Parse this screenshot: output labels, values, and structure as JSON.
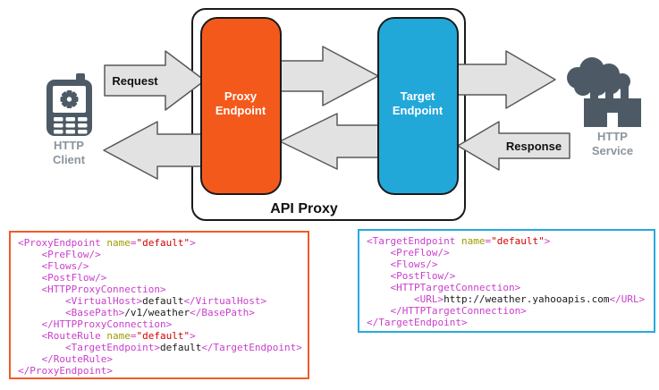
{
  "colors": {
    "proxy_orange": "#f4591c",
    "target_blue": "#22a7d9",
    "arrow_fill": "#e2e2e2",
    "arrow_stroke": "#595959",
    "icon_slate": "#4d5a66",
    "icon_label_gray": "#8b959d",
    "code_tag_magenta": "#c93ecb",
    "code_attr_olive": "#9c9c00",
    "code_value_red": "#d40000"
  },
  "diagram": {
    "api_proxy_label": "API Proxy",
    "request_label": "Request",
    "response_label": "Response",
    "proxy_endpoint": {
      "line1": "Proxy",
      "line2": "Endpoint"
    },
    "target_endpoint": {
      "line1": "Target",
      "line2": "Endpoint"
    },
    "http_client": {
      "line1": "HTTP",
      "line2": "Client"
    },
    "http_service": {
      "line1": "HTTP",
      "line2": "Service"
    },
    "icons": [
      "mobile-phone-icon",
      "factory-icon"
    ]
  },
  "code_blocks": [
    {
      "name": "proxy-endpoint-xml",
      "lines": [
        [
          {
            "t": "<ProxyEndpoint ",
            "c": "tag"
          },
          {
            "t": "name",
            "c": "attr"
          },
          {
            "t": "=",
            "c": "tag"
          },
          {
            "t": "\"default\"",
            "c": "val"
          },
          {
            "t": ">",
            "c": "tag"
          }
        ],
        [
          {
            "t": "    <PreFlow/>",
            "c": "tag"
          }
        ],
        [
          {
            "t": "    <Flows/>",
            "c": "tag"
          }
        ],
        [
          {
            "t": "    <PostFlow/>",
            "c": "tag"
          }
        ],
        [
          {
            "t": "    <HTTPProxyConnection>",
            "c": "tag"
          }
        ],
        [
          {
            "t": "        <VirtualHost>",
            "c": "tag"
          },
          {
            "t": "default",
            "c": "txt"
          },
          {
            "t": "</VirtualHost>",
            "c": "tag"
          }
        ],
        [
          {
            "t": "        <BasePath>",
            "c": "tag"
          },
          {
            "t": "/v1/weather",
            "c": "txt"
          },
          {
            "t": "</BasePath>",
            "c": "tag"
          }
        ],
        [
          {
            "t": "    </HTTPProxyConnection>",
            "c": "tag"
          }
        ],
        [
          {
            "t": "    <RouteRule ",
            "c": "tag"
          },
          {
            "t": "name",
            "c": "attr"
          },
          {
            "t": "=",
            "c": "tag"
          },
          {
            "t": "\"default\"",
            "c": "val"
          },
          {
            "t": ">",
            "c": "tag"
          }
        ],
        [
          {
            "t": "        <TargetEndpoint>",
            "c": "tag"
          },
          {
            "t": "default",
            "c": "txt"
          },
          {
            "t": "</TargetEndpoint>",
            "c": "tag"
          }
        ],
        [
          {
            "t": "    </RouteRule>",
            "c": "tag"
          }
        ],
        [
          {
            "t": "</ProxyEndpoint>",
            "c": "tag"
          }
        ]
      ]
    },
    {
      "name": "target-endpoint-xml",
      "lines": [
        [
          {
            "t": "<TargetEndpoint ",
            "c": "tag"
          },
          {
            "t": "name",
            "c": "attr"
          },
          {
            "t": "=",
            "c": "tag"
          },
          {
            "t": "\"default\"",
            "c": "val"
          },
          {
            "t": ">",
            "c": "tag"
          }
        ],
        [
          {
            "t": "    <PreFlow/>",
            "c": "tag"
          }
        ],
        [
          {
            "t": "    <Flows/>",
            "c": "tag"
          }
        ],
        [
          {
            "t": "    <PostFlow/>",
            "c": "tag"
          }
        ],
        [
          {
            "t": "    <HTTPTargetConnection>",
            "c": "tag"
          }
        ],
        [
          {
            "t": "        <URL>",
            "c": "tag"
          },
          {
            "t": "http://weather.yahooapis.com",
            "c": "txt"
          },
          {
            "t": "</URL>",
            "c": "tag"
          }
        ],
        [
          {
            "t": "    </HTTPTargetConnection>",
            "c": "tag"
          }
        ],
        [
          {
            "t": "</TargetEndpoint>",
            "c": "tag"
          }
        ]
      ]
    }
  ]
}
